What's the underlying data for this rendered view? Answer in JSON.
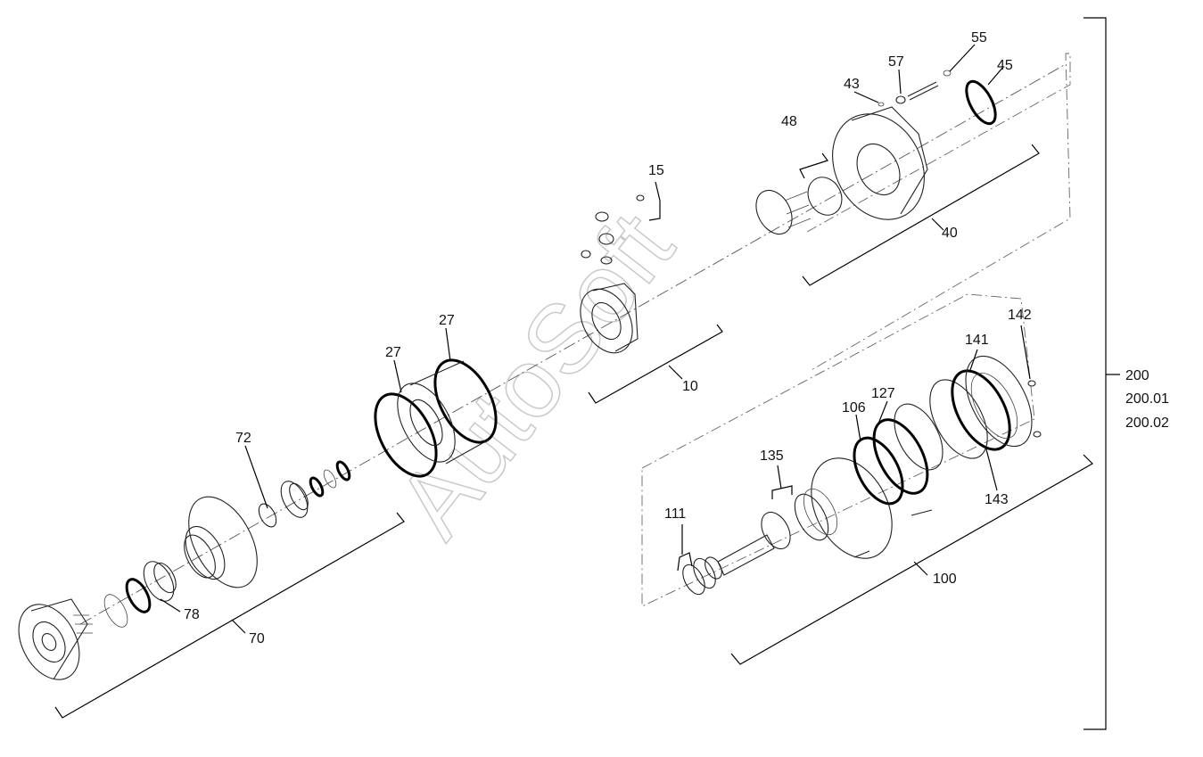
{
  "watermark": "AutoSoft",
  "callouts": {
    "c10": "10",
    "c15": "15",
    "c27a": "27",
    "c27b": "27",
    "c40": "40",
    "c43": "43",
    "c45": "45",
    "c48": "48",
    "c55": "55",
    "c57": "57",
    "c70": "70",
    "c72": "72",
    "c78": "78",
    "c100": "100",
    "c106": "106",
    "c111": "111",
    "c127": "127",
    "c135": "135",
    "c141": "141",
    "c142": "142",
    "c143": "143"
  },
  "assembly_codes": [
    "200",
    "200.01",
    "200.02"
  ]
}
